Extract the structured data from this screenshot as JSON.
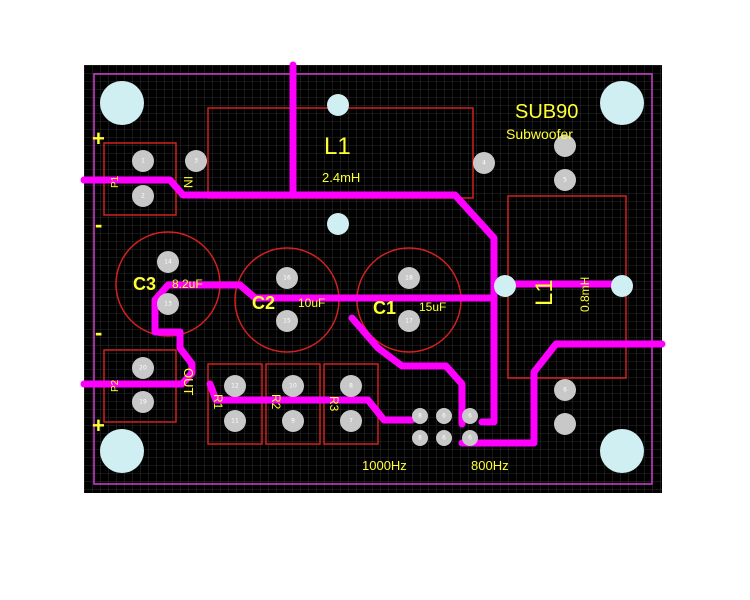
{
  "board": {
    "title": "SUB90",
    "subtitle": "Subwoofer",
    "colors": {
      "background": "#000000",
      "grid": "#3a3a3a",
      "trace": "#ff00ff",
      "outline": "#d23cd2",
      "silkscreen": "#ffff33",
      "copper": "#d42020",
      "pad": "#c8c8c8",
      "hole": "#cfeff2"
    }
  },
  "components": {
    "L1_left": {
      "label": "L1",
      "value": "2.4mH"
    },
    "L1_right": {
      "label": "L1",
      "value": "0.8mH"
    },
    "C3": {
      "label": "C3",
      "value": "8.2uF"
    },
    "C2": {
      "label": "C2",
      "value": "10uF"
    },
    "C1": {
      "label": "C1",
      "value": "15uF"
    },
    "R1": {
      "label": "R1"
    },
    "R2": {
      "label": "R2"
    },
    "R3": {
      "label": "R3"
    },
    "P1": {
      "label": "P1",
      "side_label": "IN"
    },
    "P2": {
      "label": "P2",
      "side_label": "OUT"
    }
  },
  "silkscreen": {
    "plus_top": "+",
    "minus_top": "-",
    "minus_bottom": "-",
    "plus_bottom": "+",
    "freq_left": "1000Hz",
    "freq_right": "800Hz"
  },
  "pads": {
    "p1_1": "1",
    "p1_2": "2",
    "in_3": "3",
    "l1_4": "4",
    "l1b_5": "5",
    "c3_14": "14",
    "c3_13": "13",
    "c2_16": "16",
    "c2_15": "15",
    "c1_18": "18",
    "c1_17": "17",
    "p2_20": "20",
    "p2_19": "19",
    "r1_12": "12",
    "r1_11": "11",
    "r2_10": "10",
    "r2_9": "9",
    "r3_8": "8",
    "r3_7": "7",
    "j_a8": "8",
    "j_a6": "6",
    "j_a6b": "6",
    "j_b8": "8",
    "j_b6": "6",
    "j_b6b": "6",
    "l1b_6": "6"
  }
}
